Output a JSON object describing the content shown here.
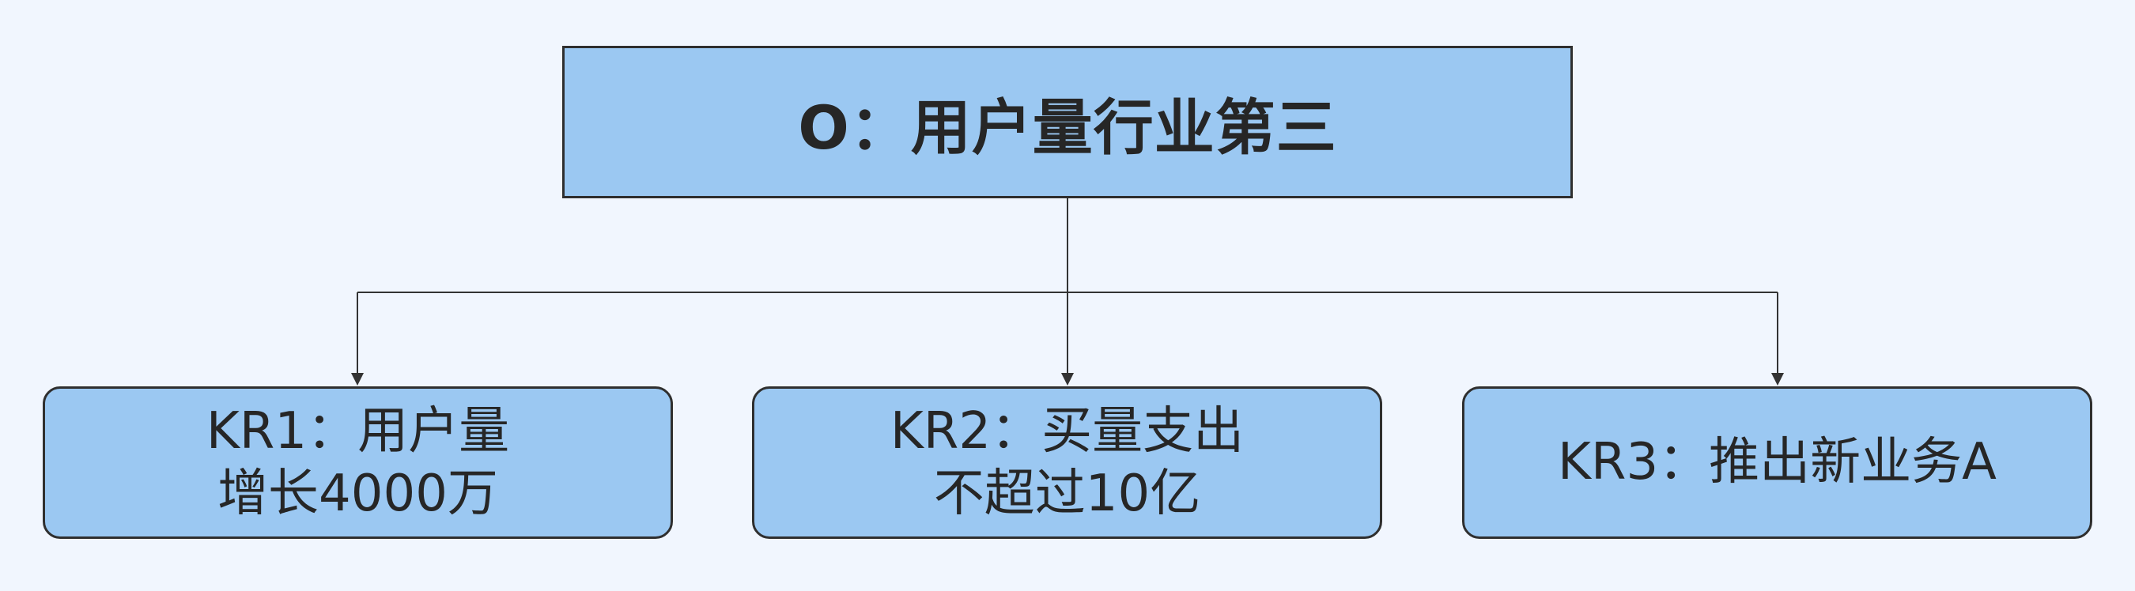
{
  "diagram": {
    "root": {
      "label": "O：用户量行业第三"
    },
    "children": [
      {
        "line1": "KR1：用户量",
        "line2": "增长4000万"
      },
      {
        "line1": "KR2：买量支出",
        "line2": "不超过10亿"
      },
      {
        "line1": "KR3：推出新业务A"
      }
    ]
  },
  "colors": {
    "background": "#f1f6fe",
    "node_fill": "#9bc8f2",
    "node_border": "#2f2f2f",
    "connector": "#333333",
    "text": "#262626"
  }
}
